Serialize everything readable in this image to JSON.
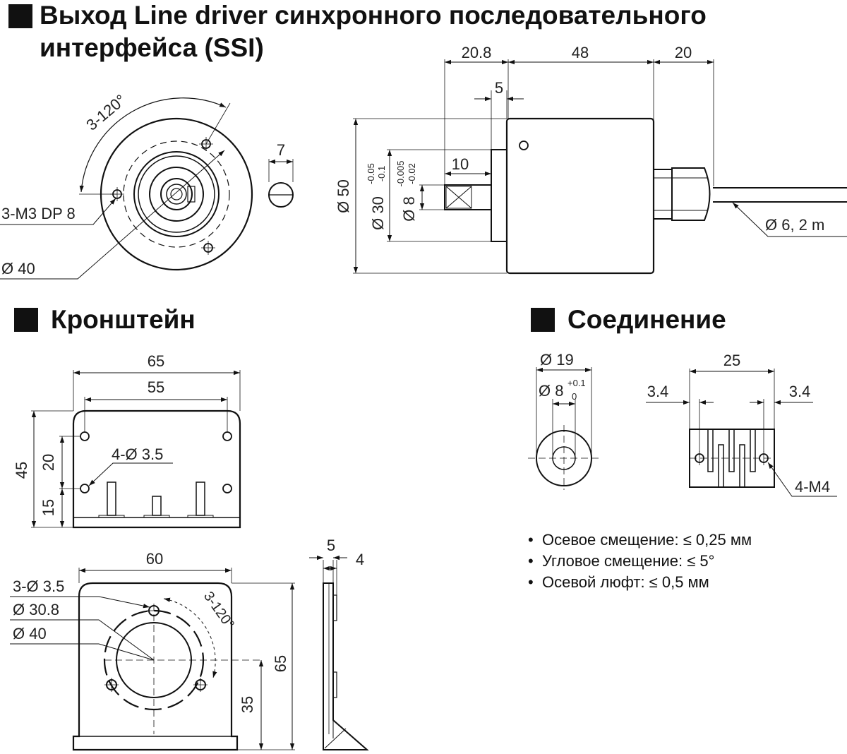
{
  "headings": {
    "ssi_line1": "Выход Line driver синхронного последовательного",
    "ssi_line2": "интерфейса (SSI)",
    "bracket": "Кронштейн",
    "coupling": "Соединение"
  },
  "encoder_front": {
    "angle": "3-120°",
    "holes": "3-M3 DP 8",
    "pcd": "Ø 40",
    "shaft_width": "7"
  },
  "encoder_side": {
    "len_a": "20.8",
    "len_b": "48",
    "len_c": "20",
    "flange": "5",
    "shaft_len": "10",
    "body_dia": "Ø 50",
    "pilot_dia": "Ø 30",
    "pilot_tol_up": "-0.05",
    "pilot_tol_lo": "-0.1",
    "shaft_dia": "Ø 8",
    "shaft_tol_up": "-0.005",
    "shaft_tol_lo": "-0.02",
    "cable": "Ø 6, 2 m"
  },
  "bracket_top": {
    "width_outer": "65",
    "width_holes": "55",
    "height_total": "45",
    "hole_spacing": "20",
    "hole_height": "15",
    "holes": "4-Ø 3.5"
  },
  "bracket_front": {
    "width": "60",
    "holes": "3-Ø 3.5",
    "dia_inner": "Ø 30.8",
    "dia_pcd": "Ø 40",
    "angle": "3-120°",
    "height": "65",
    "center_height": "35"
  },
  "bracket_side": {
    "a": "5",
    "b": "4"
  },
  "coupling": {
    "outer_dia": "Ø 19",
    "bore_dia": "Ø 8",
    "bore_tol_up": "+0.1",
    "bore_tol_lo": "0",
    "length": "25",
    "edge_left": "3.4",
    "edge_right": "3.4",
    "screws": "4-M4"
  },
  "specs": [
    "Осевое смещение: ≤ 0,25 мм",
    "Угловое смещение: ≤ 5°",
    "Осевой люфт: ≤ 0,5 мм"
  ]
}
